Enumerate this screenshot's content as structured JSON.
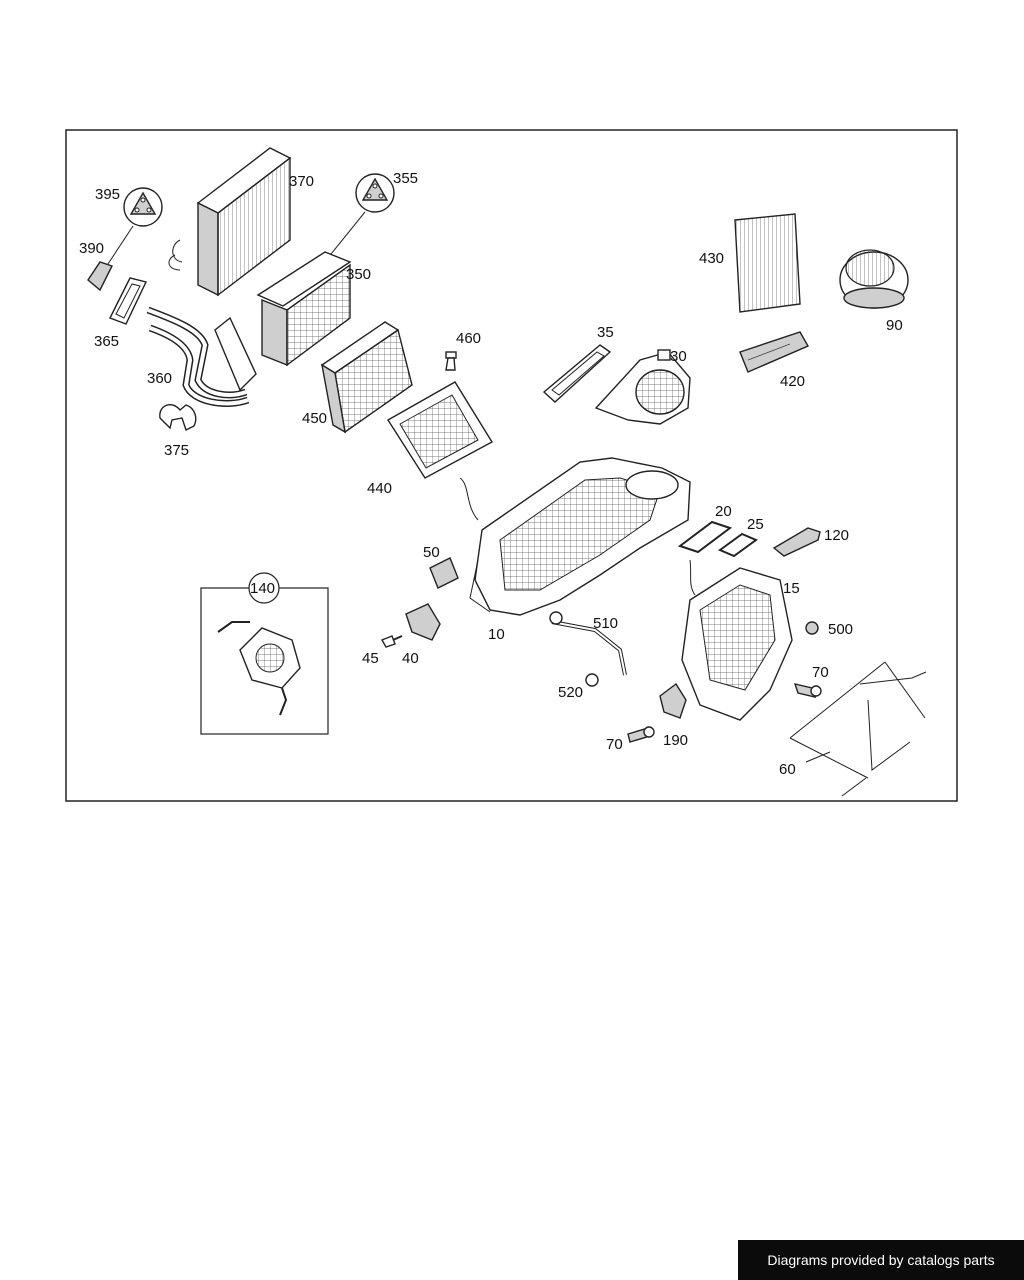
{
  "callouts": {
    "c395": "395",
    "c370": "370",
    "c355": "355",
    "c390": "390",
    "c350": "350",
    "c365": "365",
    "c360": "360",
    "c460": "460",
    "c35": "35",
    "c30": "30",
    "c430": "430",
    "c90": "90",
    "c420": "420",
    "c450": "450",
    "c375": "375",
    "c440": "440",
    "c50": "50",
    "c20": "20",
    "c25": "25",
    "c120": "120",
    "c140": "140",
    "c15": "15",
    "c510": "510",
    "c500": "500",
    "c45": "45",
    "c40": "40",
    "c10": "10",
    "c70a": "70",
    "c520": "520",
    "c70b": "70",
    "c190": "190",
    "c60": "60"
  },
  "credit": "Diagrams provided by catalogs parts"
}
